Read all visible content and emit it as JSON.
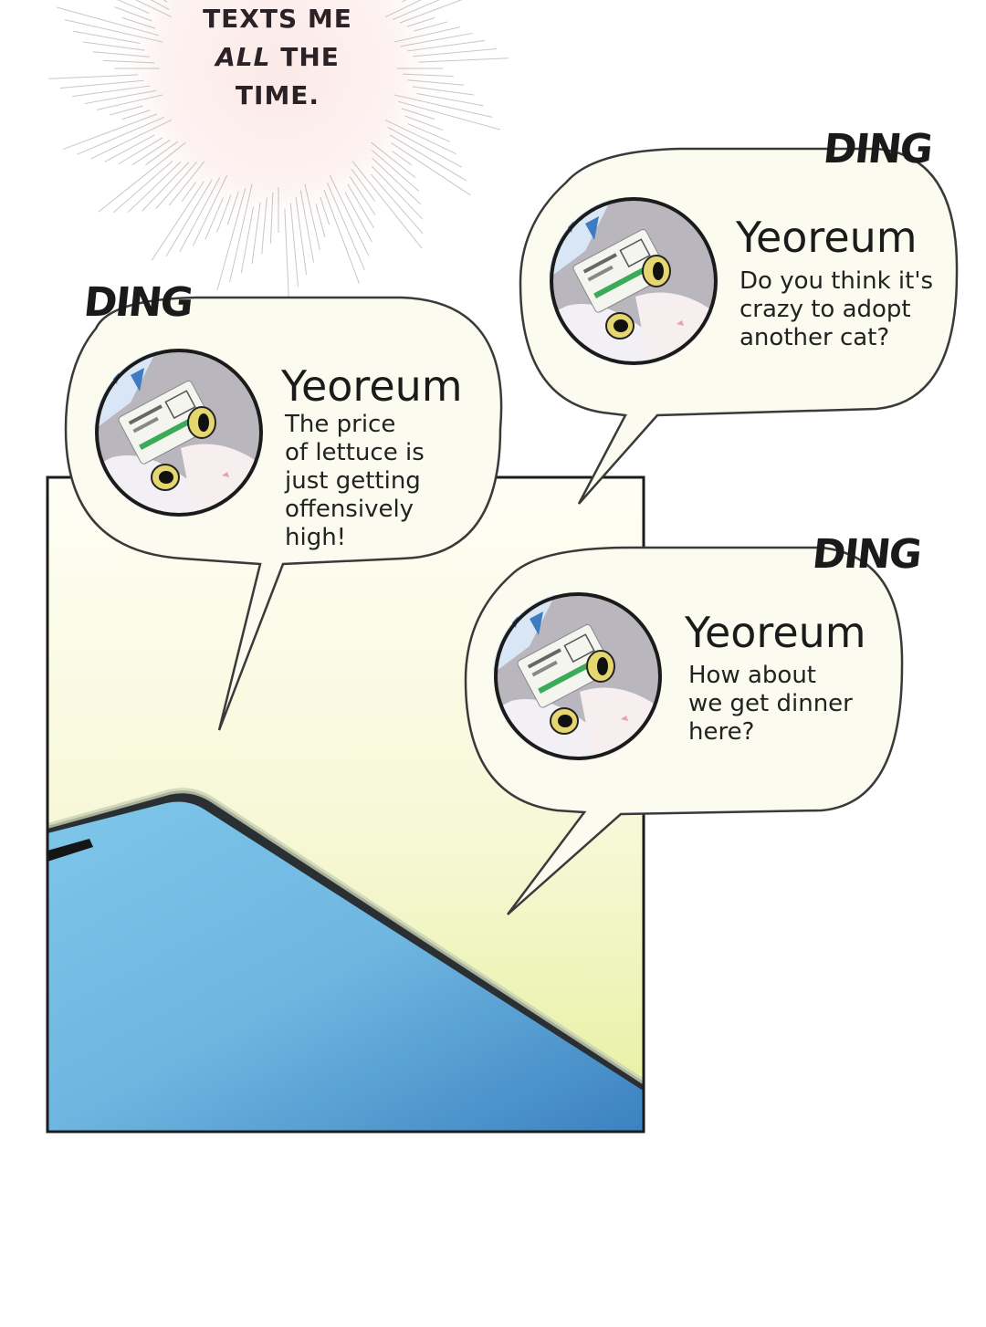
{
  "narration": {
    "lines": [
      "TEXTS ME",
      "ALL THE",
      "TIME."
    ],
    "emphasis": "ALL"
  },
  "notifications": [
    {
      "sfx": "DING",
      "sender": "Yeoreum",
      "message_lines": [
        "The price",
        "of lettuce is",
        "just getting",
        "offensively",
        "high!"
      ],
      "avatar_icon": "cat-avatar-icon"
    },
    {
      "sfx": "DING",
      "sender": "Yeoreum",
      "message_lines": [
        "Do you think it's",
        "crazy to adopt",
        "another cat?"
      ],
      "avatar_icon": "cat-avatar-icon"
    },
    {
      "sfx": "DING",
      "sender": "Yeoreum",
      "message_lines": [
        "How about",
        "we get dinner",
        "here?"
      ],
      "avatar_icon": "cat-avatar-icon"
    }
  ],
  "colors": {
    "bubble_fill": "#fbfbf0",
    "panel_top": "#fffef4",
    "panel_bottom": "#e9f2a8",
    "phone_light": "#86cbe6",
    "phone_dark": "#3f84c3",
    "burst_center": "#fbecea"
  }
}
